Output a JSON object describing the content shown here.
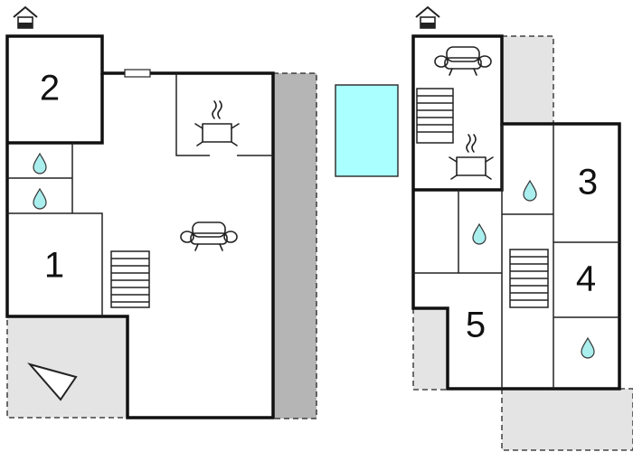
{
  "rooms": [
    {
      "key": "room_2",
      "label": "2"
    },
    {
      "key": "room_1",
      "label": "1"
    },
    {
      "key": "room_3",
      "label": "3"
    },
    {
      "key": "room_4",
      "label": "4"
    },
    {
      "key": "room_5",
      "label": "5"
    }
  ],
  "icons": [
    "entrance-icon",
    "sofa-icon",
    "stove-icon",
    "stairs-icon",
    "water-drop-icon",
    "pool-icon",
    "window-icon",
    "direction-triangle-icon"
  ],
  "colors": {
    "wall": "#111111",
    "terrace_grey": "#e4e4e4",
    "shadow_grey": "#b5b5b5",
    "pool_cyan": "#aaffff",
    "drop_cyan": "#aaeeee"
  }
}
